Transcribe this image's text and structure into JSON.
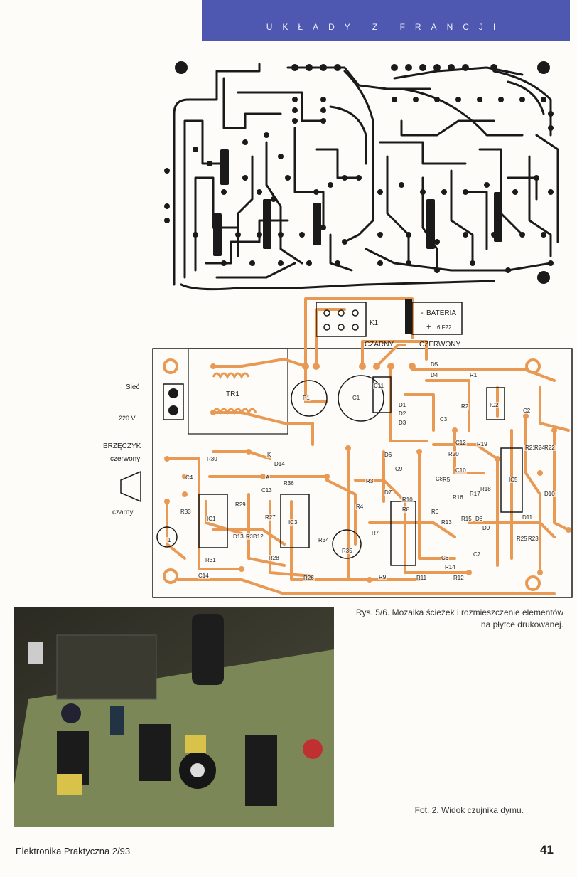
{
  "header": {
    "section_title": "UKŁADY Z FRANCJI"
  },
  "schematic_labels": {
    "siec": "Sieć",
    "voltage": "220 V",
    "brzeczyk": "BRZĘCZYK",
    "czerwony_left": "czerwony",
    "czarny_left": "czarny",
    "k1": "K1",
    "bateria": "BATERIA",
    "battery_type": "6 F22",
    "minus": "-",
    "plus": "+",
    "czarny_wire": "CZARNY",
    "czerwony_wire": "CZERWONY",
    "tr1": "TR1",
    "components": [
      "D5",
      "D4",
      "R1",
      "C11",
      "D1",
      "D2",
      "D3",
      "P1",
      "C1",
      "R2",
      "IC2",
      "C2",
      "C3",
      "R30",
      "D14",
      "C13",
      "C4",
      "R36",
      "R29",
      "IC1",
      "R33",
      "R32",
      "R27",
      "D13",
      "D12",
      "R31",
      "R28",
      "T1",
      "C14",
      "R26",
      "IC3",
      "R34",
      "R35",
      "C12",
      "R20",
      "R19",
      "D6",
      "D7",
      "C8",
      "C9",
      "C10",
      "R5",
      "R3",
      "R4",
      "R10",
      "R8",
      "R7",
      "R6",
      "R13",
      "R15",
      "R16",
      "R17",
      "R18",
      "IC5",
      "D8",
      "D9",
      "D11",
      "R21",
      "R24",
      "R22",
      "D10",
      "R25",
      "R23",
      "C6",
      "C7",
      "R9",
      "R11",
      "R12",
      "R14",
      "K",
      "A"
    ]
  },
  "captions": {
    "figure": "Rys. 5/6. Mozaika ścieżek i rozmieszczenie elementów na płytce drukowanej.",
    "photo": "Fot. 2. Widok czujnika dymu."
  },
  "footer": {
    "magazine": "Elektronika Praktyczna 2/93",
    "page_number": "41"
  },
  "colors": {
    "banner": "#4f58b0",
    "trace": "#e89a55",
    "pcb_ink": "#1a1a1a",
    "photo_board": "#6f7a4a"
  }
}
